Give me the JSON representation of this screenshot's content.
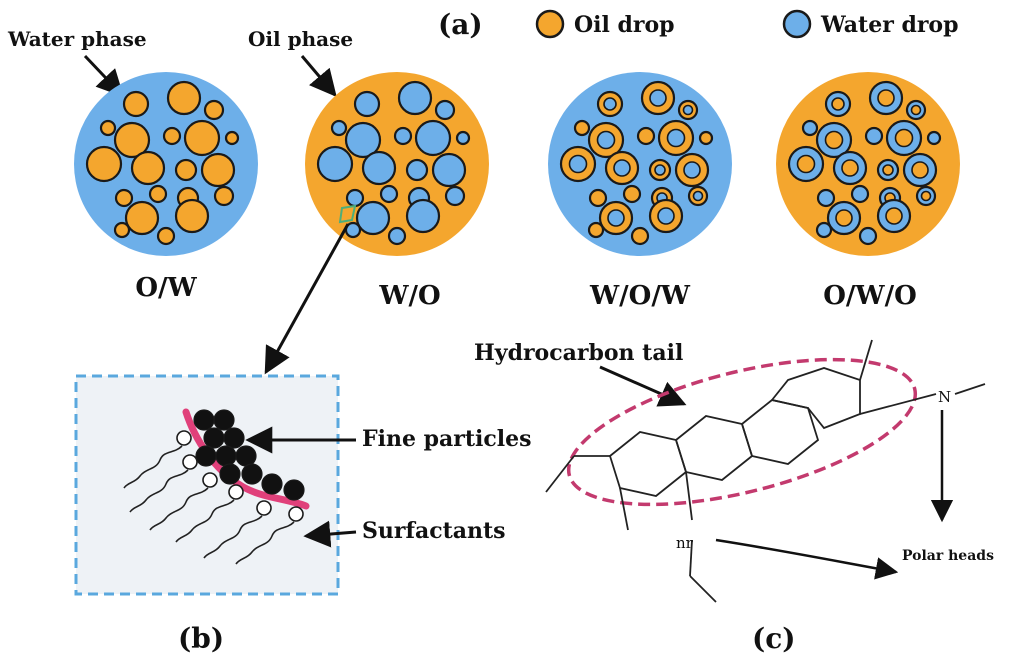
{
  "panel_labels": {
    "a": "(a)",
    "b": "(b)",
    "c": "(c)"
  },
  "legend": {
    "oil_drop": "Oil drop",
    "water_drop": "Water drop"
  },
  "phase_labels": {
    "water_phase": "Water phase",
    "oil_phase": "Oil phase"
  },
  "emulsions": [
    {
      "label": "O/W"
    },
    {
      "label": "W/O"
    },
    {
      "label": "W/O/W"
    },
    {
      "label": "O/W/O"
    }
  ],
  "panel_b": {
    "fine_particles": "Fine particles",
    "surfactants": "Surfactants"
  },
  "panel_c": {
    "hydrocarbon_tail": "Hydrocarbon tail",
    "polar_heads": "Polar heads"
  },
  "colors": {
    "oil": "#F4A62E",
    "water": "#6DAFE9",
    "outline": "#1a1a1a",
    "ellipse": "#C33A6E",
    "dash_box": "#5AA8DE",
    "fill_b": "#EEF2F6",
    "pink": "#E0407A"
  }
}
